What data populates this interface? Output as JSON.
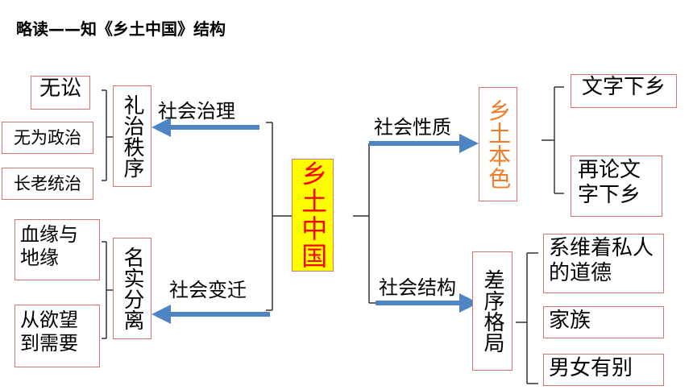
{
  "title": "略读——知《乡土中国》结构",
  "center": "乡土中国",
  "edges": {
    "top_left": "社会治理",
    "bottom_left": "社会变迁",
    "top_right": "社会性质",
    "bottom_right": "社会结构"
  },
  "nodes": {
    "lizhi": "礼治秩序",
    "mingshi": "名实分离",
    "xiangtu": "乡土本色",
    "chaxu": "差序格局"
  },
  "leaves": {
    "wusong": "无讼",
    "wuwei": "无为政治",
    "zhanglao": "长老统治",
    "xueyuan": "血缘与地缘",
    "yuwang": "从欲望到需要",
    "wenzi": "文字下乡",
    "zailun": "再论文字下乡",
    "xiwei": "系维着私人的道德",
    "jiazu": "家族",
    "nannv": "男女有别"
  },
  "colors": {
    "box_border": "#d9736e",
    "arrow": "#4f84c4",
    "center_bg": "#ffff00",
    "center_text": "#ff0000",
    "accent_orange": "#f07c2a"
  }
}
